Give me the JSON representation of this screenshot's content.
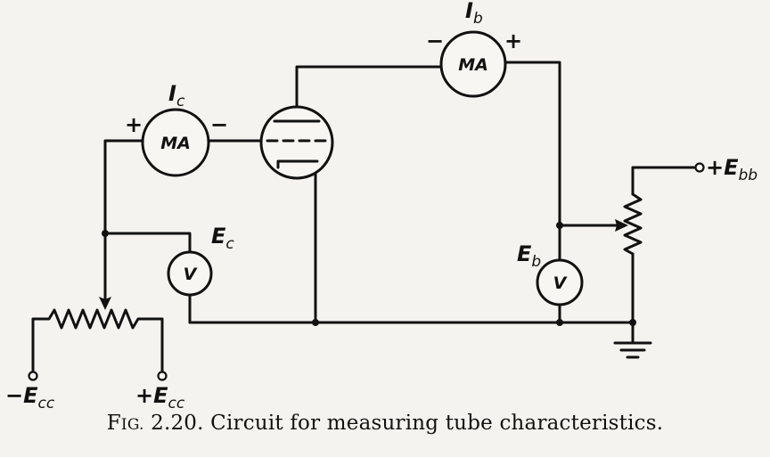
{
  "meters": {
    "grid_ma": {
      "label": "MA",
      "plus": "+",
      "minus": "−"
    },
    "plate_ma": {
      "label": "MA",
      "plus": "+",
      "minus": "−"
    },
    "grid_v": {
      "label": "V"
    },
    "plate_v": {
      "label": "V"
    }
  },
  "labels": {
    "ic": {
      "main": "I",
      "sub": "c"
    },
    "ib": {
      "main": "I",
      "sub": "b"
    },
    "ec": {
      "main": "E",
      "sub": "c"
    },
    "eb": {
      "main": "E",
      "sub": "b"
    },
    "ebb": {
      "main": "+E",
      "sub": "bb"
    },
    "minus_ecc": {
      "main": "−E",
      "sub": "cc"
    },
    "plus_ecc": {
      "main": "+E",
      "sub": "cc"
    }
  },
  "caption": {
    "fig_first": "F",
    "fig_rest": "IG.",
    "number": "2.20.",
    "text": "Circuit for measuring tube characteristics."
  }
}
